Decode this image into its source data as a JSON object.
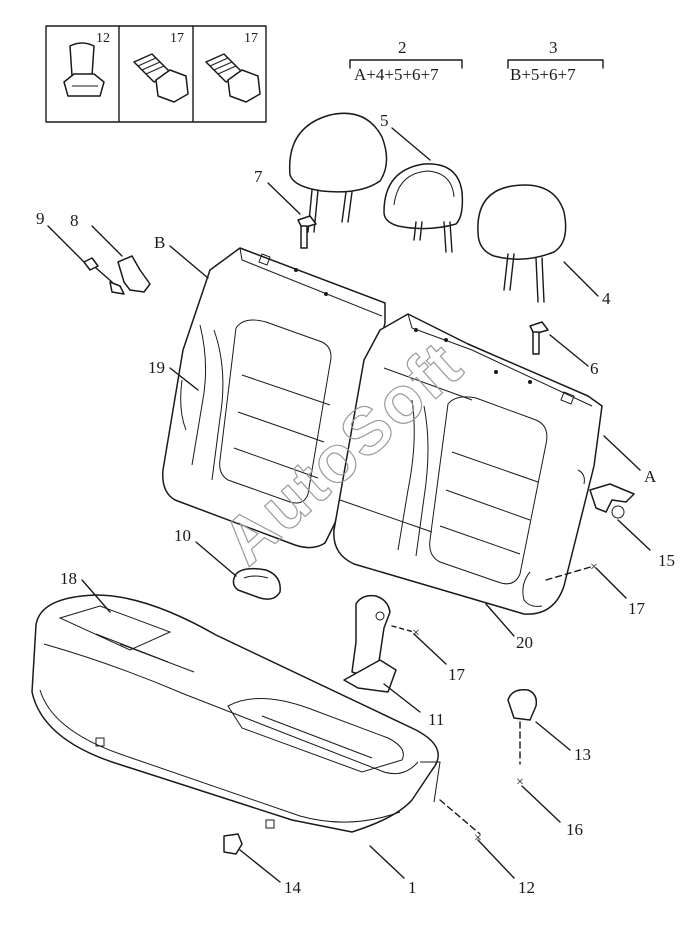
{
  "fastener_box": [
    "12",
    "17",
    "17"
  ],
  "groups": [
    {
      "number": "2",
      "formula": "A+4+5+6+7"
    },
    {
      "number": "3",
      "formula": "B+5+6+7"
    }
  ],
  "callouts": {
    "c1": "1",
    "c4": "4",
    "c5": "5",
    "c6": "6",
    "c7": "7",
    "c8": "8",
    "c9": "9",
    "c10": "10",
    "c11": "11",
    "c12": "12",
    "c13": "13",
    "c14": "14",
    "c15": "15",
    "c16": "16",
    "c17a": "17",
    "c17b": "17",
    "c18": "18",
    "c19": "19",
    "c20": "20",
    "cA": "A",
    "cB": "B"
  },
  "watermark": "AutoSoft"
}
